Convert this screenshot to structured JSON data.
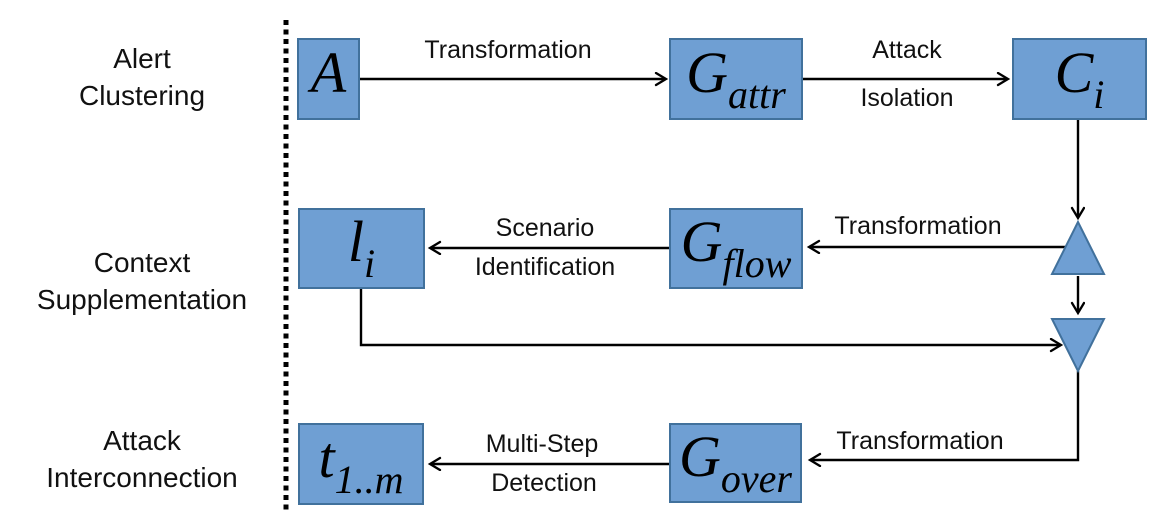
{
  "phases": [
    {
      "line1": "Alert",
      "line2": "Clustering"
    },
    {
      "line1": "Context",
      "line2": "Supplementation"
    },
    {
      "line1": "Attack",
      "line2": "Interconnection"
    }
  ],
  "nodes": {
    "A": {
      "main": "A",
      "sub": ""
    },
    "G_attr": {
      "main": "G",
      "sub": "attr"
    },
    "C_i": {
      "main": "C",
      "sub": "i"
    },
    "l_i": {
      "main": "l",
      "sub": "i"
    },
    "G_flow": {
      "main": "G",
      "sub": "flow"
    },
    "t_1m": {
      "main": "t",
      "sub": "1..m"
    },
    "G_over": {
      "main": "G",
      "sub": "over"
    }
  },
  "edge_labels": {
    "transformation_top": "Transformation",
    "attack_isolation": {
      "line1": "Attack",
      "line2": "Isolation"
    },
    "transformation_mid": "Transformation",
    "scenario_identification": {
      "line1": "Scenario",
      "line2": "Identification"
    },
    "transformation_bottom": "Transformation",
    "multistep_detection": {
      "line1": "Multi-Step",
      "line2": "Detection"
    }
  },
  "colors": {
    "node_fill": "#6f9fd3",
    "node_border": "#41719c",
    "line": "#000000",
    "background": "#ffffff",
    "text": "#111111"
  }
}
